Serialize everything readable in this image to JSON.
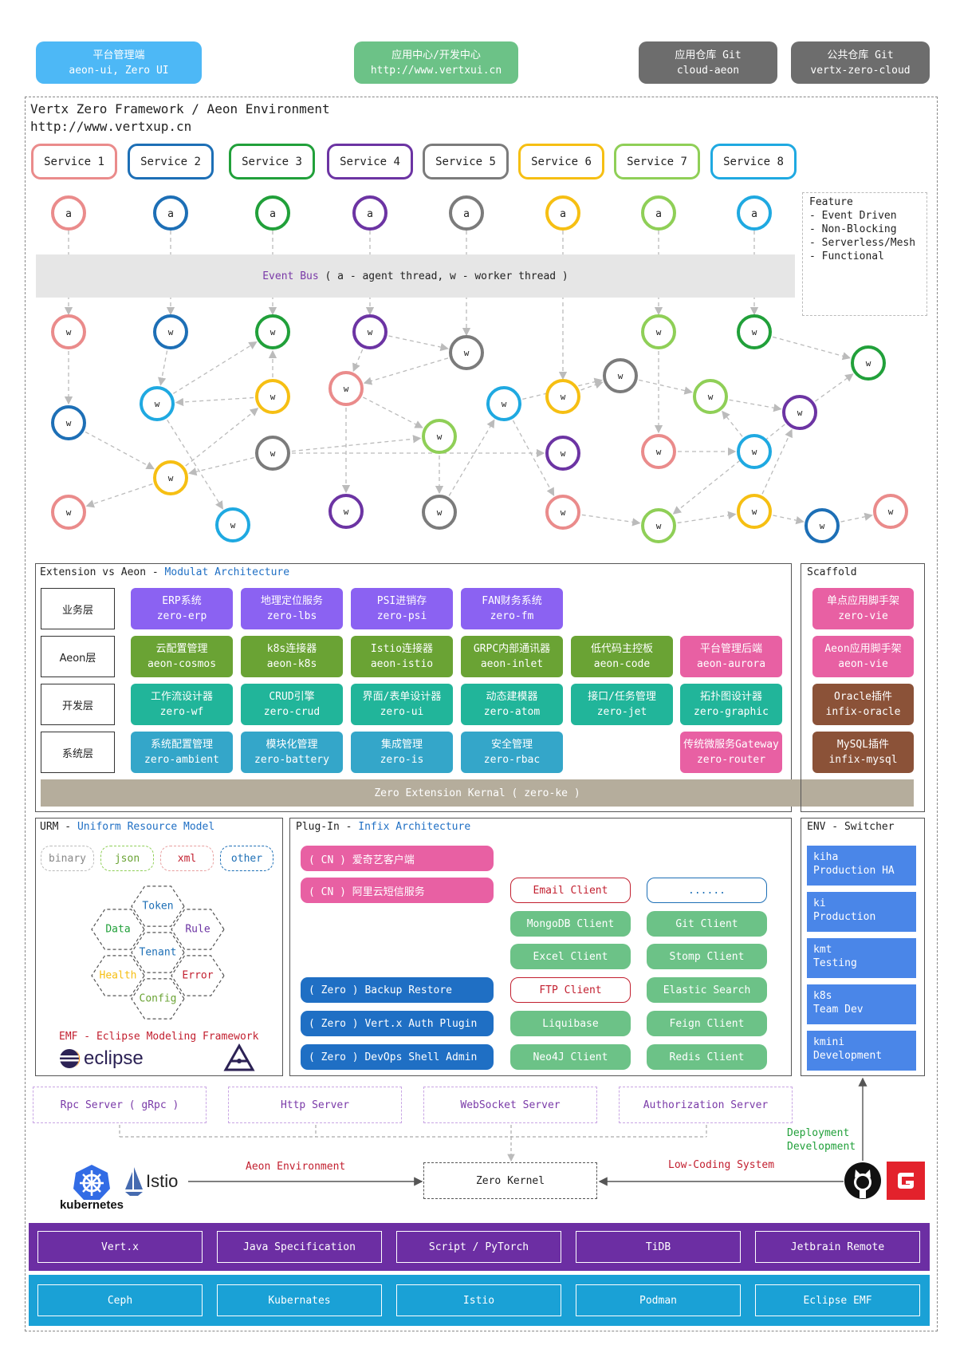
{
  "top_boxes": [
    {
      "line1": "平台管理端",
      "line2": "aeon-ui, Zero UI",
      "color": "#4db8f6"
    },
    {
      "line1": "应用中心/开发中心",
      "line2": "http://www.vertxui.cn",
      "color": "#6cc287"
    },
    {
      "line1": "应用仓库 Git",
      "line2": "cloud-aeon",
      "color": "#6d6d6d"
    },
    {
      "line1": "公共仓库 Git",
      "line2": "vertx-zero-cloud",
      "color": "#6d6d6d"
    }
  ],
  "framework": {
    "title": "Vertx Zero Framework / Aeon Environment",
    "url": "http://www.vertxup.cn"
  },
  "services": [
    {
      "label": "Service 1",
      "color": "#ea8b8b"
    },
    {
      "label": "Service 2",
      "color": "#1d6fb6"
    },
    {
      "label": "Service 3",
      "color": "#21a03a"
    },
    {
      "label": "Service 4",
      "color": "#6c34a3"
    },
    {
      "label": "Service 5",
      "color": "#7b7b7b"
    },
    {
      "label": "Service 6",
      "color": "#f6bf13"
    },
    {
      "label": "Service 7",
      "color": "#8fcf57"
    },
    {
      "label": "Service 8",
      "color": "#1fa9e1"
    }
  ],
  "agent_label": "a",
  "worker_label": "w",
  "event_bus": {
    "name": "Event Bus",
    "desc": "( a - agent thread, w - worker thread )"
  },
  "feature": {
    "title": "Feature",
    "items": [
      "- Event Driven",
      "- Non-Blocking",
      "- Serverless/Mesh",
      "- Functional"
    ]
  },
  "extension": {
    "title_a": "Extension vs Aeon - ",
    "title_b": "Modulat Architecture",
    "layers": [
      "业务层",
      "Aeon层",
      "开发层",
      "系统层"
    ],
    "rows": [
      [
        {
          "l1": "ERP系统",
          "l2": "zero-erp"
        },
        {
          "l1": "地理定位服务",
          "l2": "zero-lbs"
        },
        {
          "l1": "PSI进销存",
          "l2": "zero-psi"
        },
        {
          "l1": "FAN财务系统",
          "l2": "zero-fm"
        }
      ],
      [
        {
          "l1": "云配置管理",
          "l2": "aeon-cosmos"
        },
        {
          "l1": "k8s连接器",
          "l2": "aeon-k8s"
        },
        {
          "l1": "Istio连接器",
          "l2": "aeon-istio"
        },
        {
          "l1": "GRPC内部通讯器",
          "l2": "aeon-inlet"
        },
        {
          "l1": "低代码主控板",
          "l2": "aeon-code"
        },
        {
          "l1": "平台管理后端",
          "l2": "aeon-aurora"
        }
      ],
      [
        {
          "l1": "工作流设计器",
          "l2": "zero-wf"
        },
        {
          "l1": "CRUD引擎",
          "l2": "zero-crud"
        },
        {
          "l1": "界面/表单设计器",
          "l2": "zero-ui"
        },
        {
          "l1": "动态建模器",
          "l2": "zero-atom"
        },
        {
          "l1": "接口/任务管理",
          "l2": "zero-jet"
        },
        {
          "l1": "拓扑图设计器",
          "l2": "zero-graphic"
        }
      ],
      [
        {
          "l1": "系统配置管理",
          "l2": "zero-ambient"
        },
        {
          "l1": "模块化管理",
          "l2": "zero-battery"
        },
        {
          "l1": "集成管理",
          "l2": "zero-is"
        },
        {
          "l1": "安全管理",
          "l2": "zero-rbac"
        },
        {
          "l1": "传统微服务Gateway",
          "l2": "zero-router"
        }
      ]
    ],
    "kernal": "Zero Extension Kernal ( zero-ke )"
  },
  "scaffold": {
    "title": "Scaffold",
    "items": [
      {
        "l1": "单点应用脚手架",
        "l2": "zero-vie"
      },
      {
        "l1": "Aeon应用脚手架",
        "l2": "aeon-vie"
      },
      {
        "l1": "Oracle插件",
        "l2": "infix-oracle"
      },
      {
        "l1": "MySQL插件",
        "l2": "infix-mysql"
      }
    ]
  },
  "urm": {
    "title_a": "URM - ",
    "title_b": "Uniform Resource Model",
    "formats": [
      "binary",
      "json",
      "xml",
      "other"
    ],
    "hex": [
      "Token",
      "Data",
      "Rule",
      "Tenant",
      "Health",
      "Error",
      "Config"
    ],
    "emf": "EMF - Eclipse Modeling Framework",
    "eclipse": "eclipse"
  },
  "plugin": {
    "title_a": "Plug-In - ",
    "title_b": "Infix Architecture",
    "left": [
      "( CN ) 爱奇艺客户端",
      "( CN ) 阿里云短信服务",
      "( Zero ) Backup Restore",
      "( Zero ) Vert.x Auth Plugin",
      "( Zero ) DevOps Shell Admin"
    ],
    "clients": [
      "Email Client",
      "......",
      "MongoDB Client",
      "Git Client",
      "Excel Client",
      "Stomp Client",
      "FTP Client",
      "Elastic Search",
      "Liquibase",
      "Feign Client",
      "Neo4J Client",
      "Redis Client"
    ]
  },
  "env": {
    "title": "ENV - Switcher",
    "items": [
      {
        "l1": "kiha",
        "l2": "Production HA"
      },
      {
        "l1": "ki",
        "l2": "Production"
      },
      {
        "l1": "kmt",
        "l2": "Testing"
      },
      {
        "l1": "k8s",
        "l2": "Team Dev"
      },
      {
        "l1": "kmini",
        "l2": "Development"
      }
    ]
  },
  "servers": [
    "Rpc Server ( gRpc )",
    "Http Server",
    "WebSocket Server",
    "Authorization Server"
  ],
  "bottom": {
    "kubernetes": "kubernetes",
    "istio": "Istio",
    "aeon_env": "Aeon Environment",
    "kernel": "Zero Kernel",
    "low_code": "Low-Coding System",
    "deployment": "Deployment",
    "development": "Development"
  },
  "band1": [
    "Vert.x",
    "Java Specification",
    "Script / PyTorch",
    "TiDB",
    "Jetbrain Remote"
  ],
  "band2": [
    "Ceph",
    "Kubernates",
    "Istio",
    "Podman",
    "Eclipse EMF"
  ]
}
